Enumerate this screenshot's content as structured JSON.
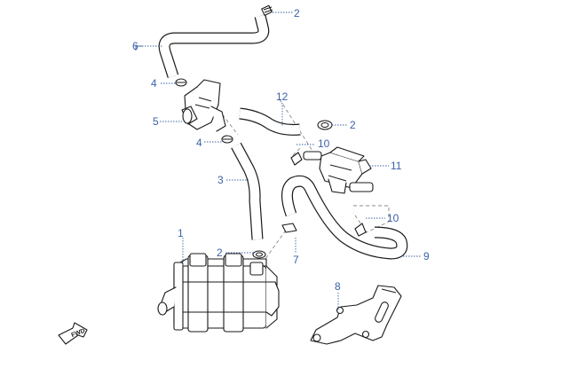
{
  "callouts": [
    "1",
    "2",
    "2",
    "2",
    "3",
    "4",
    "4",
    "5",
    "6",
    "7",
    "8",
    "9",
    "10",
    "10",
    "11",
    "12"
  ],
  "direction_label": "FWD",
  "colors": {
    "line": "#1a1a1a",
    "callout": "#3a62a8",
    "background": "#ffffff"
  }
}
